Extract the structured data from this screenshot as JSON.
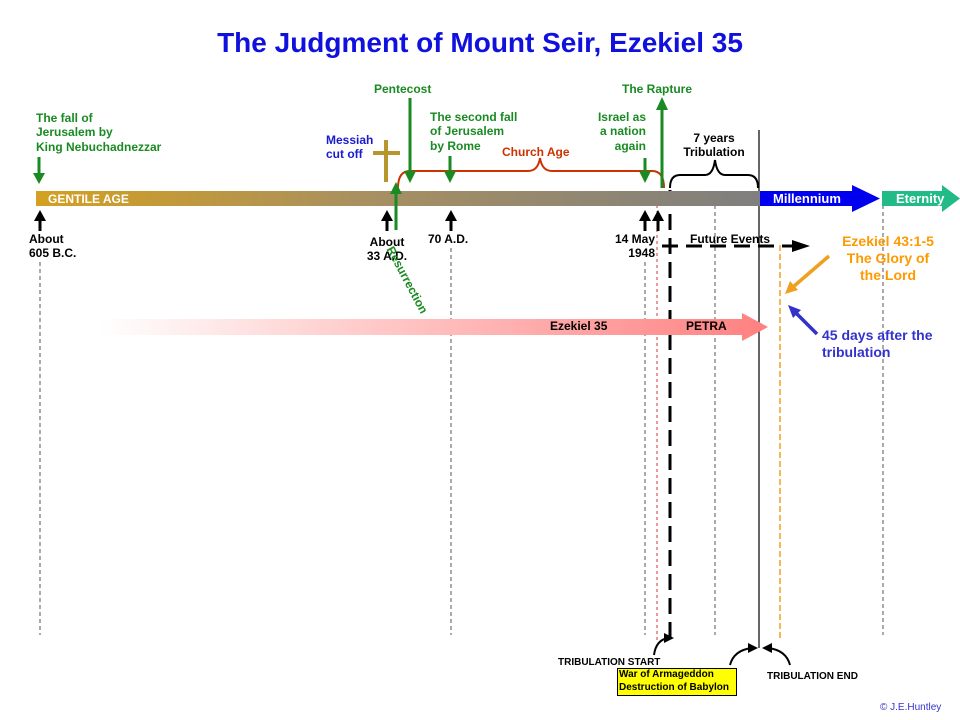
{
  "title": "The Judgment of Mount Seir, Ezekiel 35",
  "events_above": {
    "fall_of_jerusalem": "The fall of\nJerusalem by\nKing Nebuchadnezzar",
    "messiah": "Messiah\ncut off",
    "pentecost": "Pentecost",
    "second_fall": "The second fall\nof Jerusalem\nby Rome",
    "church_age": "Church Age",
    "israel_nation": "Israel as\na nation\nagain",
    "rapture": "The Rapture",
    "seven_years": "7 years\nTribulation"
  },
  "timeline": {
    "gentile_age": "GENTILE AGE",
    "millennium": "Millennium",
    "eternity": "Eternity"
  },
  "dates_below": {
    "bc605": "About\n605 B.C.",
    "ad33": "About\n33 A.D.",
    "resurrection": "Resurrection",
    "ad70": "70 A.D.",
    "may1948": "14 May\n1948",
    "future_events": "Future Events"
  },
  "ezekiel_43": "Ezekiel 43:1-5\nThe Glory of\nthe Lord",
  "ezekiel_35_bar": {
    "label": "Ezekiel 35",
    "petra": "PETRA"
  },
  "days_after": "45 days after the\ntribulation",
  "bottom": {
    "trib_start": "TRIBULATION START",
    "armageddon": "War of Armageddon\nDestruction of Babylon",
    "trib_end": "TRIBULATION END",
    "copyright": "© J.E.Huntley"
  },
  "colors": {
    "title": "#1111dd",
    "green": "#1a8a22",
    "church_bracket": "#cc3300",
    "millennium": "#0000ee",
    "eternity": "#22bb88",
    "orange": "#ff9900",
    "blue_arrow": "#3333cc",
    "cross": "#b8962e"
  },
  "icons": [
    "cross-icon"
  ]
}
